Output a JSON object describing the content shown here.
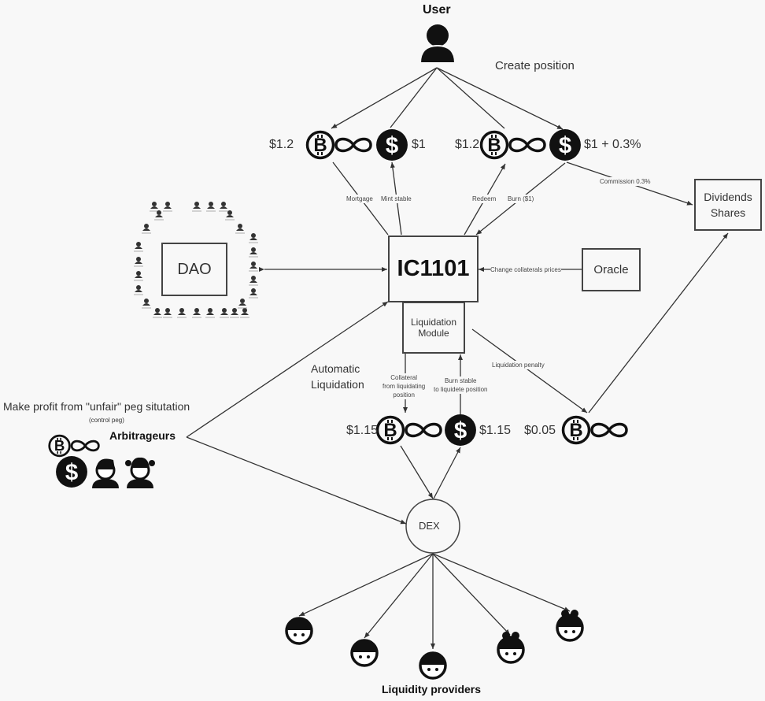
{
  "user": {
    "label": "User",
    "icon": "user-icon"
  },
  "create_position_label": "Create position",
  "tokens_top": [
    {
      "price": "$1.2",
      "icon": "btc-infinity-icon"
    },
    {
      "price": "$1",
      "icon": "dollar-icon"
    },
    {
      "price": "$1.2",
      "icon": "btc-infinity-icon"
    },
    {
      "price": "$1 + 0.3%",
      "icon": "dollar-icon"
    }
  ],
  "edge_labels": {
    "mortgage": "Mortgage",
    "mint_stable": "Mint stable",
    "redeem": "Redeem",
    "burn": "Burn ($1)",
    "commission": "Commission 0.3%",
    "change_prices": "Change collaterals prices",
    "collateral_line1": "Collateral",
    "collateral_line2": "from liquidating",
    "collateral_line3": "position",
    "burn_stable_line1": "Burn stable",
    "burn_stable_line2": "to liquidete position",
    "liquidation_penalty": "Liquidation penalty"
  },
  "nodes": {
    "ic": "IC1101",
    "liq_line1": "Liquidation",
    "liq_line2": "Module",
    "dao": "DAO",
    "oracle": "Oracle",
    "dividends_line1": "Dividends",
    "dividends_line2": "Shares",
    "dex": "DEX"
  },
  "auto_liq_line1": "Automatic",
  "auto_liq_line2": "Liquidation",
  "tokens_bottom": [
    {
      "price": "$1.15",
      "icon": "btc-infinity-icon"
    },
    {
      "price": "$1.15",
      "icon": "dollar-icon"
    },
    {
      "price": "$0.05",
      "icon": "btc-infinity-icon"
    }
  ],
  "arbitrage": {
    "headline": "Make profit from \"unfair\" peg situtation",
    "sub": "(control peg)",
    "label": "Arbitrageurs"
  },
  "liquidity_providers": {
    "label": "Liquidity providers",
    "count": 5
  }
}
